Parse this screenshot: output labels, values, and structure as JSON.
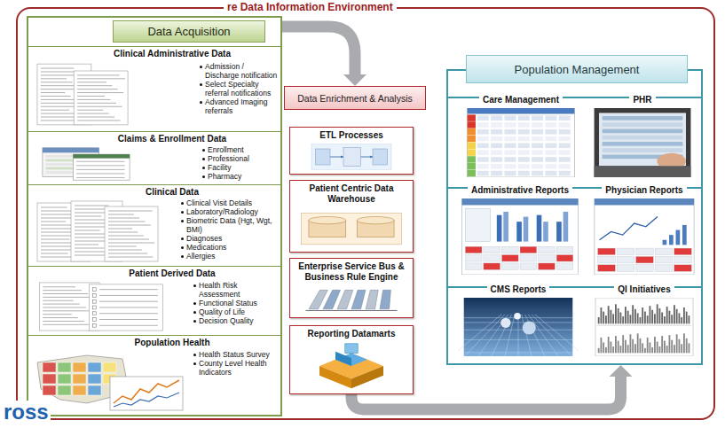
{
  "diagram": {
    "nodes": [
      {
        "text": [
          "re Data Information Environment"
        ]
      },
      {
        "text": [
          "Data Acquisition"
        ],
        "in": 0
      },
      {
        "text": [
          "Clinical Administrative Data",
          "Admission / Discharge notification",
          "Select Specialty referral notifications",
          "Advanced Imaging referrals"
        ],
        "in": 1
      },
      {
        "text": [
          "Claims & Enrollment Data",
          "Enrollment",
          "Professional",
          "Facility",
          "Pharmacy"
        ],
        "in": 1
      },
      {
        "text": [
          "Clinical Data",
          "Clinical Visit Details",
          "Laboratory/Radiology",
          "Biometric Data (Hgt, Wgt, BMI)",
          "Diagnoses",
          "Medications",
          "Allergies"
        ],
        "in": 1
      },
      {
        "text": [
          "Patient Derived Data",
          "Health Risk Assessment",
          "Functional Status",
          "Quality of Life",
          "Decision Quality"
        ],
        "in": 1
      },
      {
        "text": [
          "Population Health",
          "Health Status Survey",
          "County Level Health Indicators"
        ],
        "in": 1
      },
      {
        "text": [
          "Data Enrichment & Analysis"
        ],
        "in": 0
      },
      {
        "text": [
          "ETL Processes"
        ],
        "in": 0
      },
      {
        "text": [
          "Patient Centric Data Warehouse"
        ],
        "in": 0
      },
      {
        "text": [
          "Enterprise Service Bus & Business Rule Engine"
        ],
        "in": 0
      },
      {
        "text": [
          "Reporting Datamarts"
        ],
        "in": 0
      },
      {
        "text": [
          "Population Management"
        ],
        "in": 0
      },
      {
        "text": [
          "Care Management"
        ],
        "in": 12
      },
      {
        "text": [
          "PHR"
        ],
        "in": 12
      },
      {
        "text": [
          "Administrative Reports"
        ],
        "in": 12
      },
      {
        "text": [
          "Physician Reports"
        ],
        "in": 12
      },
      {
        "text": [
          "CMS Reports"
        ],
        "in": 12
      },
      {
        "text": [
          "QI Initiatives"
        ],
        "in": 12
      }
    ],
    "edges": [
      {
        "from": 1,
        "to": 7,
        "arrow": "to"
      },
      {
        "from": 11,
        "to": 12,
        "arrow": "to"
      }
    ],
    "labels": [
      "ross"
    ]
  }
}
